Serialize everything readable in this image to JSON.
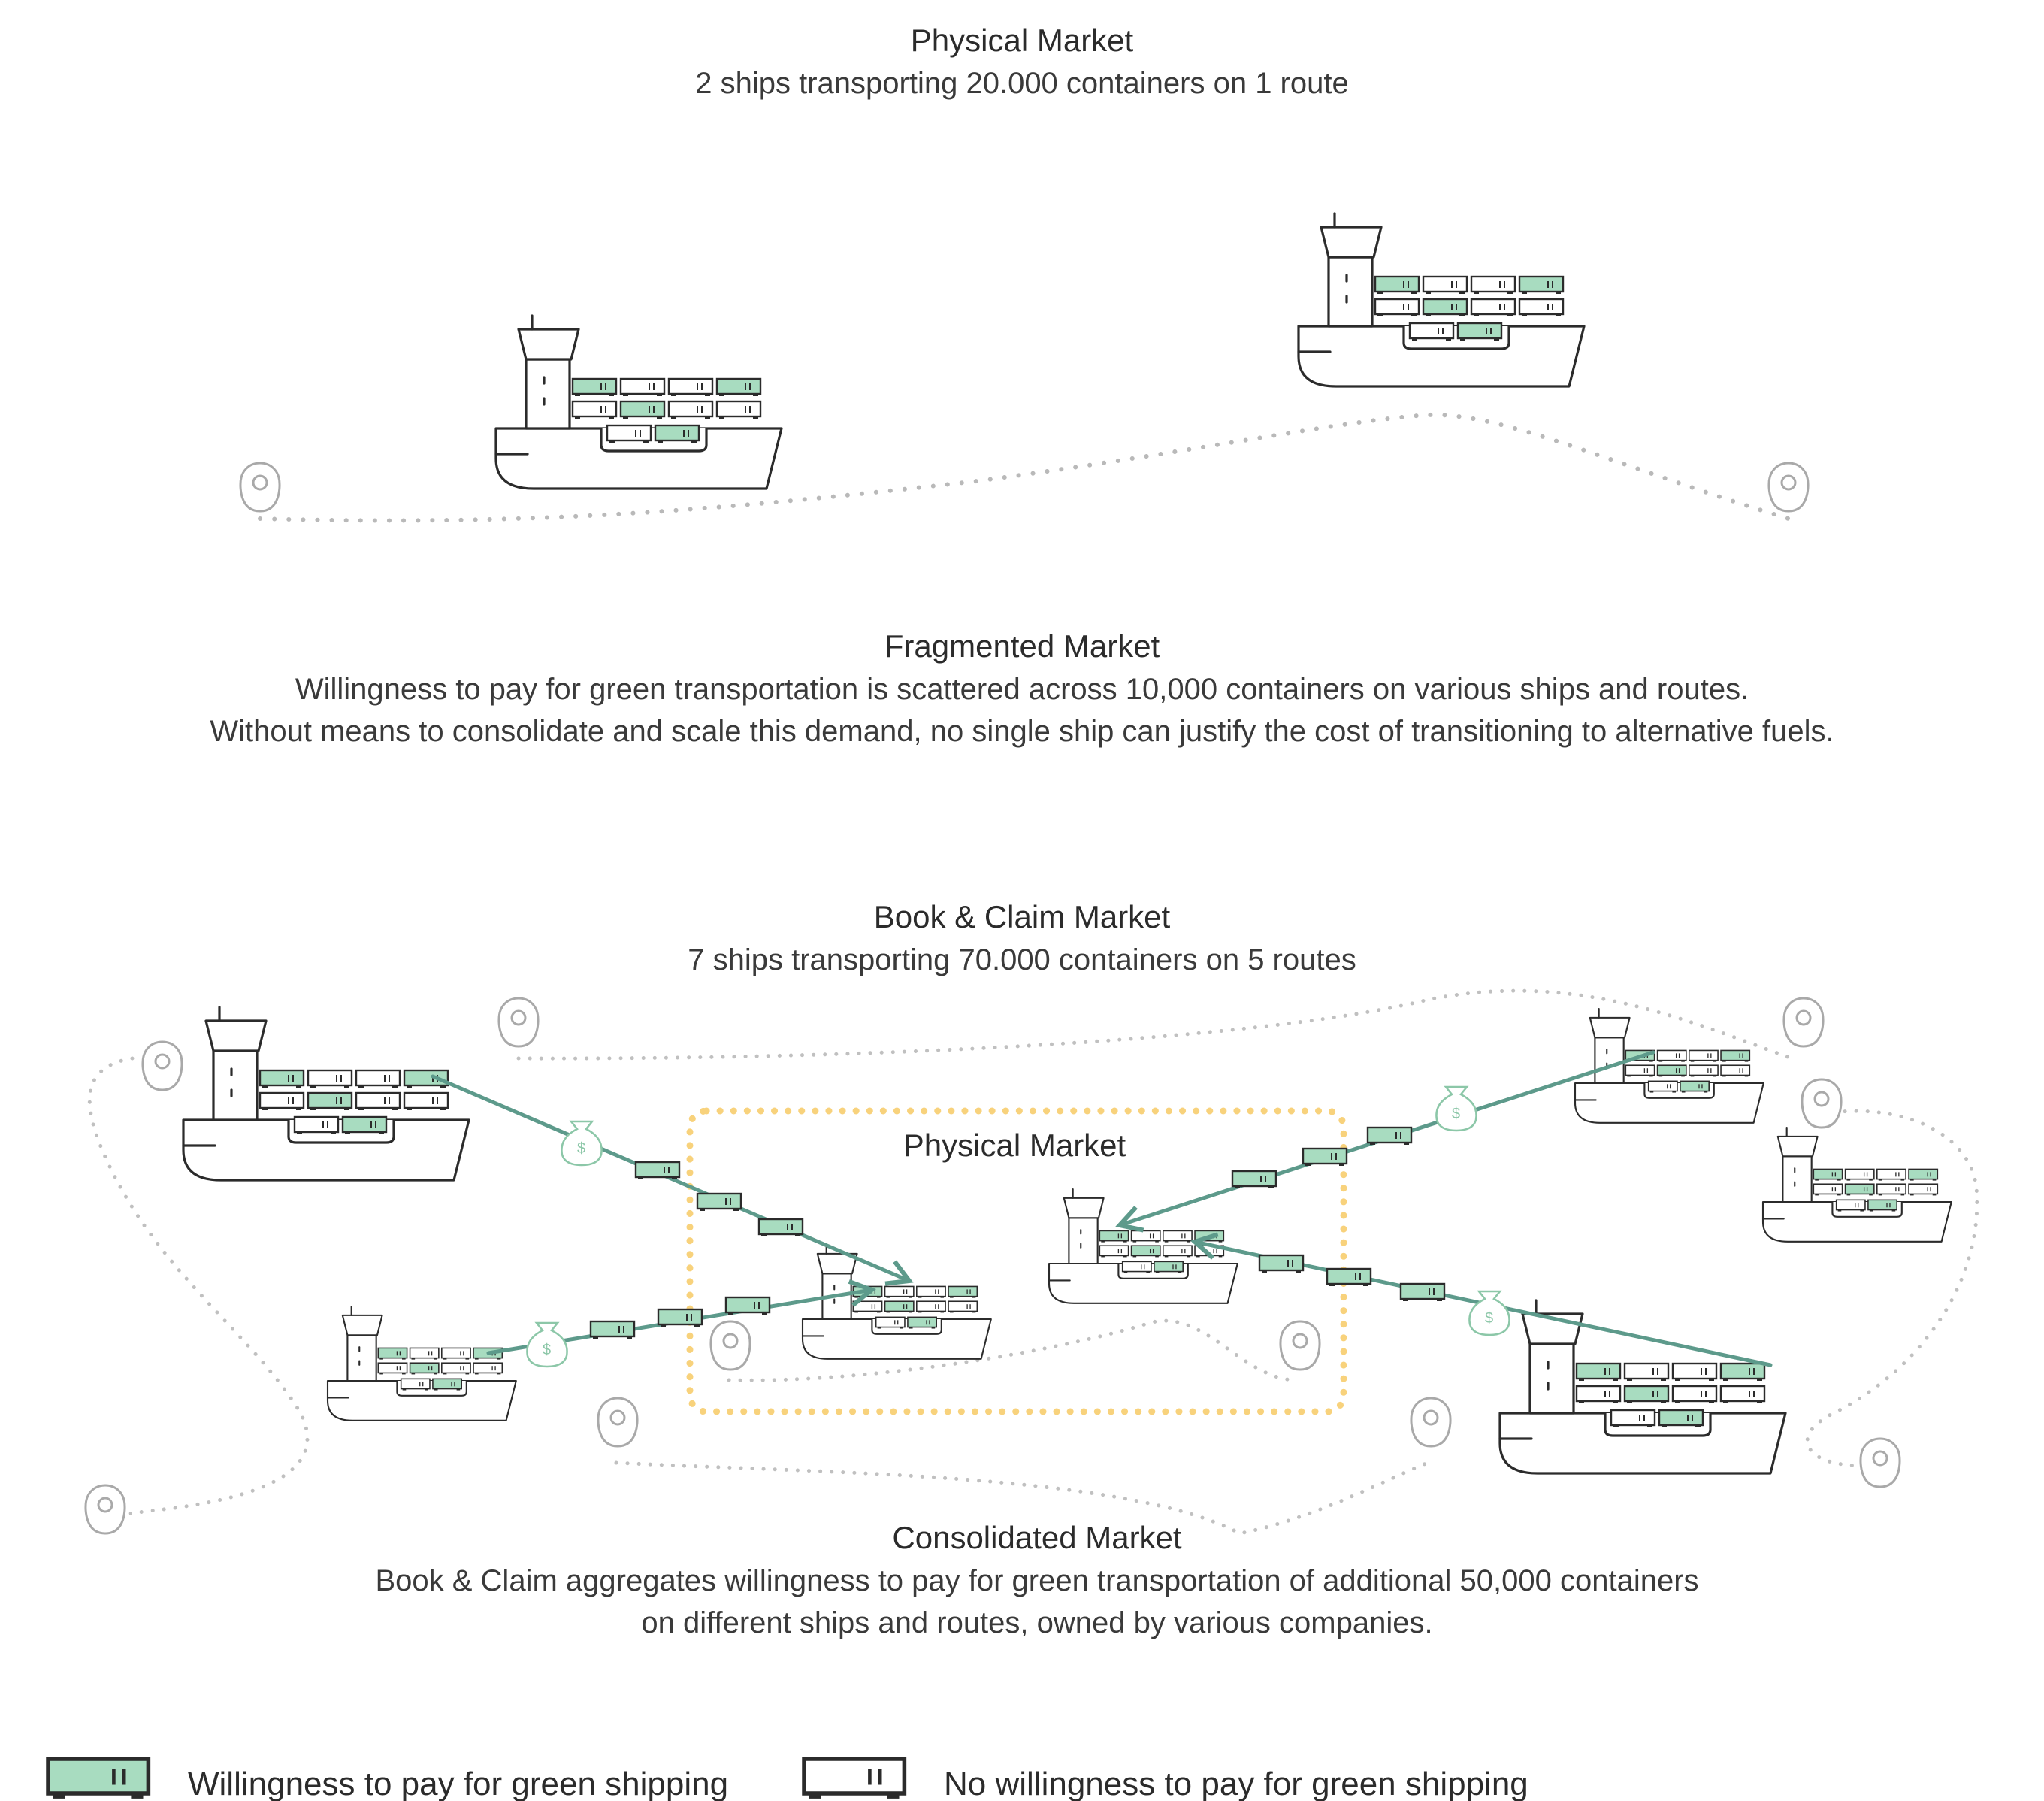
{
  "top": {
    "title": "Physical Market",
    "subtitle": "2 ships transporting 20.000 containers on 1 route"
  },
  "fragmented": {
    "title": "Fragmented Market",
    "line1": "Willingness to pay for green transportation is scattered across 10,000 containers on various ships and routes.",
    "line2": "Without means to consolidate and scale this demand, no single ship can justify the cost of transitioning to alternative fuels."
  },
  "book_claim": {
    "title": "Book & Claim Market",
    "subtitle": "7 ships transporting 70.000 containers on 5 routes",
    "inner_label": "Physical Market"
  },
  "consolidated": {
    "title": "Consolidated Market",
    "line1": "Book & Claim aggregates willingness to pay for green transportation of additional 50,000 containers",
    "line2": "on different ships and routes, owned by various companies."
  },
  "legend": {
    "green_label": "Willingness to pay for green shipping",
    "white_label": "No willingness to pay for green shipping"
  },
  "colors": {
    "green_container": "#a8dcc0",
    "flow_arrow": "#5d9a8b",
    "route_dots": "#b9b9b9",
    "physical_market_box": "#f8d27c",
    "text": "#2b2b2b"
  },
  "icons": [
    "container-ship-icon",
    "location-pin-icon",
    "money-bag-icon",
    "container-icon"
  ]
}
